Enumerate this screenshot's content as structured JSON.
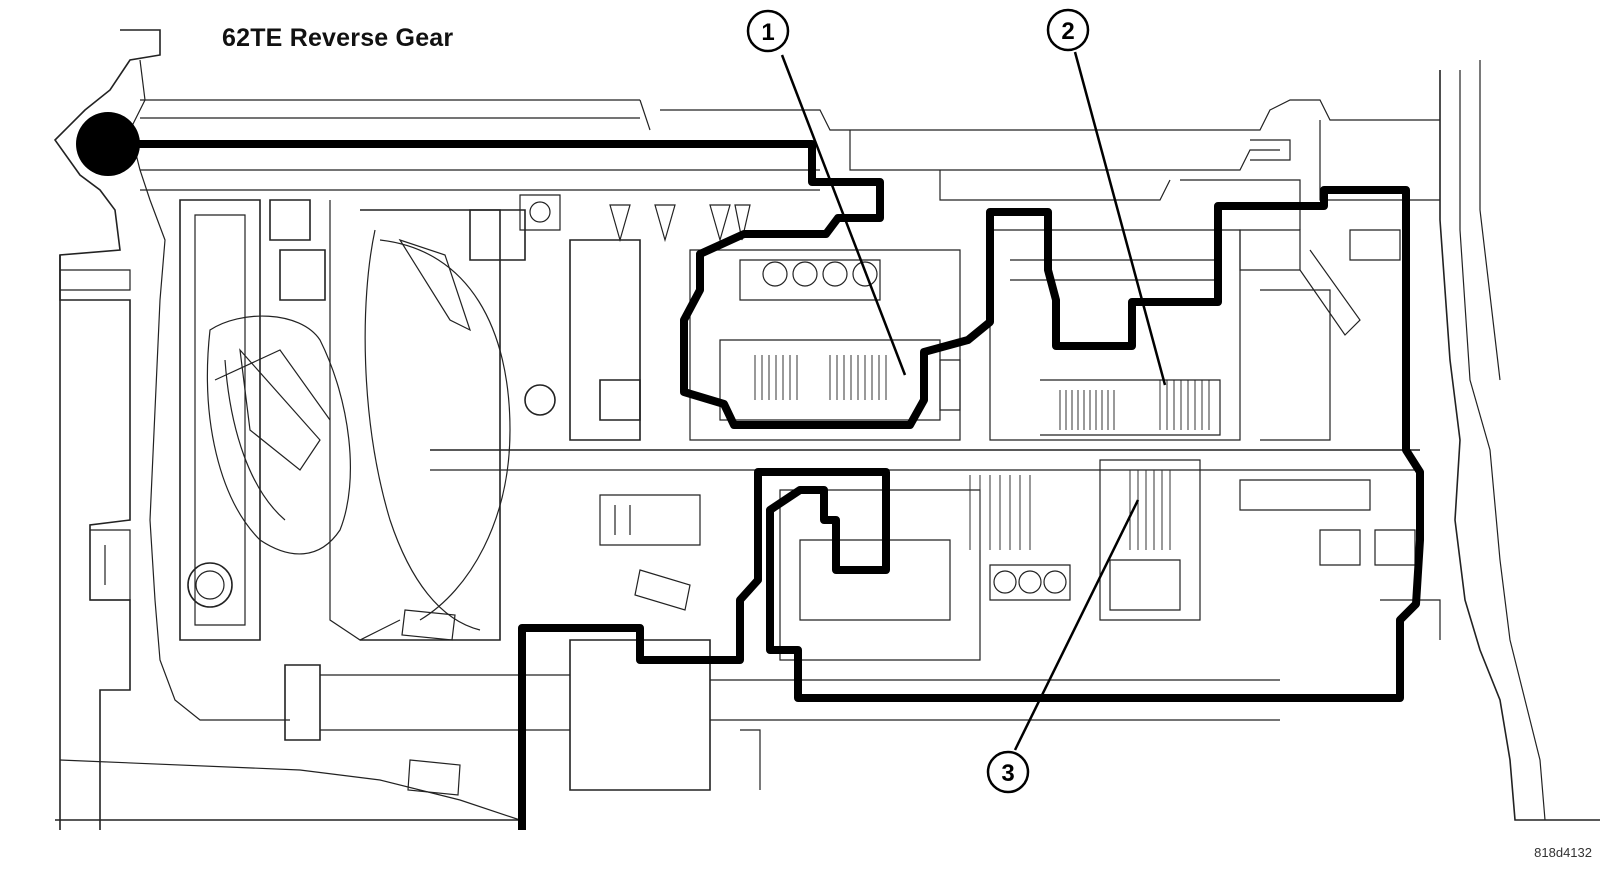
{
  "title": "62TE Reverse Gear",
  "figure_id": "818d4132",
  "callouts": [
    {
      "number": "1"
    },
    {
      "number": "2"
    },
    {
      "number": "3"
    }
  ]
}
